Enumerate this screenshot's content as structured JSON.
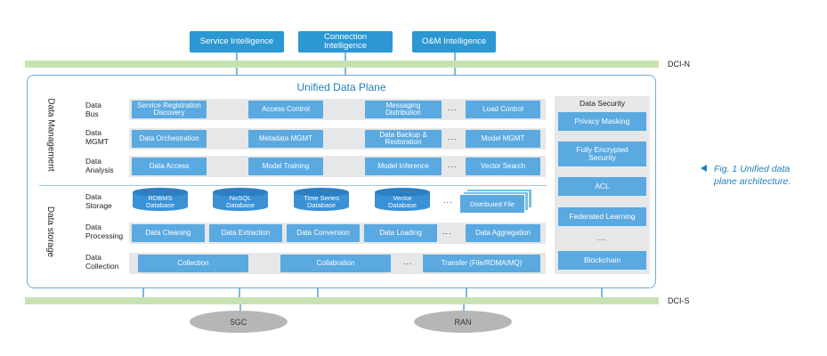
{
  "top_boxes": {
    "service": "Service Intelligence",
    "connection": "Connection\nIntelligence",
    "om": "O&M Intelligence"
  },
  "buses": {
    "north": "DCI-N",
    "south": "DCI-S"
  },
  "frame_title": "Unified Data Plane",
  "groups": {
    "management": "Data Management",
    "storage": "Data storage"
  },
  "rows": {
    "data_bus": {
      "label": "Data\nBus",
      "cells": [
        "Service Registration\nDiscovery",
        "Access Control",
        "Messaging\nDistribution",
        "Load Control"
      ]
    },
    "data_mgmt": {
      "label": "Data\nMGMT",
      "cells": [
        "Data Orchestration",
        "Metadata MGMT",
        "Data Backup &\nRestoration",
        "Model MGMT"
      ]
    },
    "data_analysis": {
      "label": "Data\nAnalysis",
      "cells": [
        "Data Access",
        "Model Training",
        "Model Inference",
        "Vector Search"
      ]
    },
    "data_storage": {
      "label": "Data\nStorage",
      "cells": [
        "RDBMS\nDatabase",
        "NoSQL\nDatabase",
        "Time Series\nDatabase",
        "Vector\nDatabase",
        "Distributed File"
      ]
    },
    "data_processing": {
      "label": "Data\nProcessing",
      "cells": [
        "Data Cleaning",
        "Data Extraction",
        "Data Conversion",
        "Data Loading",
        "Data Aggregation"
      ]
    },
    "data_collection": {
      "label": "Data\nCollection",
      "cells": [
        "Collection",
        "Collabration",
        "Transfer (File/RDMA/MQ)"
      ]
    }
  },
  "ellipsis": "...",
  "security": {
    "title": "Data Security",
    "items": [
      "Privacy Masking",
      "Fully Encrypted\nSecurity",
      "ACL",
      "Federated Learning",
      "...",
      "Blockchain"
    ]
  },
  "bottom": {
    "core": "5GC",
    "ran": "RAN"
  },
  "caption": "Fig. 1 Unified data\nplane architecture.",
  "colors": {
    "box_blue": "#2b97d3",
    "cell_blue": "#5aa9e0",
    "bus_green": "#c8e3b1",
    "band_gray": "#e6e7e8",
    "title_blue": "#1f7fc0"
  }
}
